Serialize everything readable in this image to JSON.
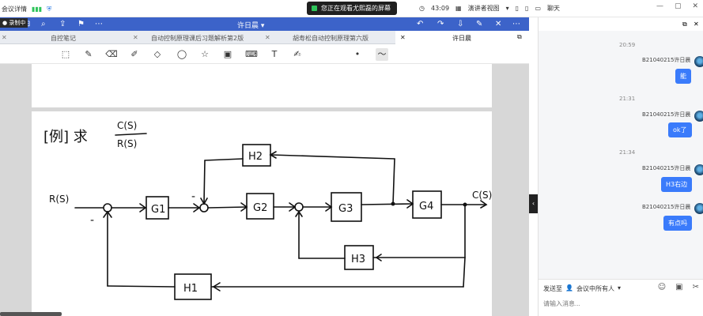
{
  "topbar": {
    "meeting_details": "会议详情",
    "share_banner": "您正在观看尤熙磊的屏幕",
    "timer": "43:09",
    "view_mode": "演讲者视图",
    "chat_label": "聊天",
    "recording_badge": "录制中"
  },
  "note_toolbar": {
    "title": "许日晨"
  },
  "tabs": [
    {
      "label": "自控笔记"
    },
    {
      "label": "自动控制原理课后习题解析第2版"
    },
    {
      "label": "胡寿松自动控制原理第六版"
    },
    {
      "label": "许日晨"
    }
  ],
  "drawing_tools": [
    "lasso",
    "pen",
    "eraser",
    "highlighter",
    "shapes",
    "lasso-select",
    "sticker",
    "image",
    "keyboard",
    "text",
    "magic-pen",
    "dot",
    "stroke"
  ],
  "chat": {
    "messages": [
      {
        "time": "20:59",
        "sender": "B21040215许日晨",
        "text": "能"
      },
      {
        "time": "21:31",
        "sender": "B21040215许日晨",
        "text": "ok了"
      },
      {
        "time": "21:34",
        "sender": "B21040215许日晨",
        "text": "H3右边"
      },
      {
        "time": "",
        "sender": "B21040215许日晨",
        "text": "有点吗"
      }
    ],
    "send_to_label": "发送至",
    "send_to_target": "会议中所有人",
    "input_placeholder": "请输入消息..."
  },
  "diagram": {
    "heading": "[例] 求",
    "ratio_num": "C(S)",
    "ratio_den": "R(S)",
    "input_label": "R(S)",
    "output_label": "C(S)",
    "blocks": [
      "G1",
      "G2",
      "G3",
      "G4",
      "H1",
      "H2",
      "H3"
    ],
    "signs": [
      "-",
      "-"
    ]
  }
}
